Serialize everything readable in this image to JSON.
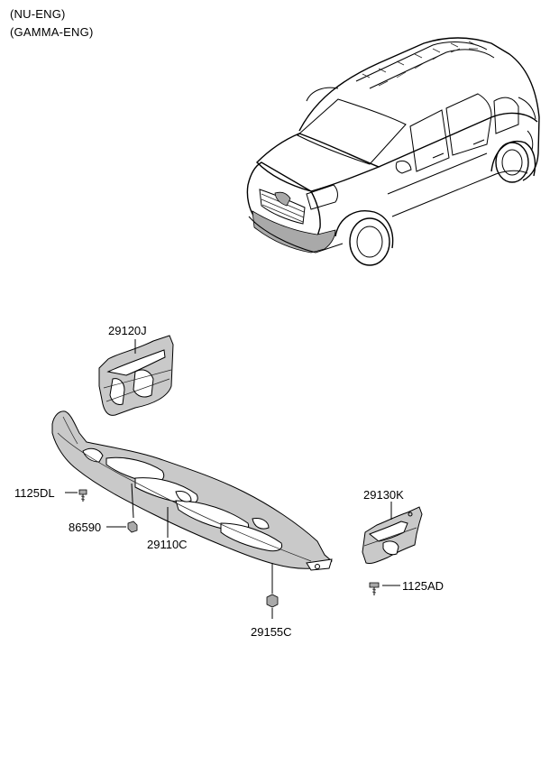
{
  "header": {
    "engine_line_1": "(NU-ENG)",
    "engine_line_2": "(GAMMA-ENG)"
  },
  "parts": {
    "p29120J": "29120J",
    "p1125DL": "1125DL",
    "p86590": "86590",
    "p29110C": "29110C",
    "p29130K": "29130K",
    "p1125AD": "1125AD",
    "p29155C": "29155C"
  }
}
